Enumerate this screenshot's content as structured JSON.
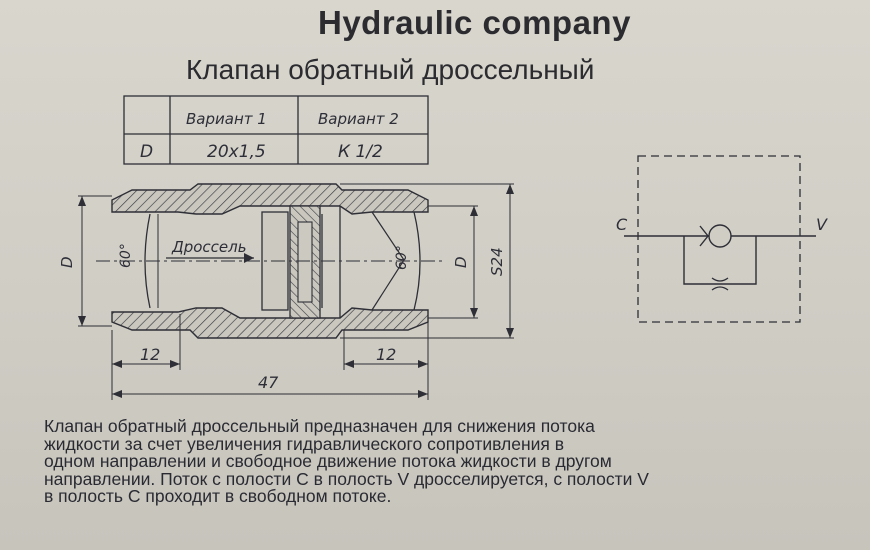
{
  "header": {
    "company": "Hydraulic company",
    "title": "Клапан обратный дроссельный"
  },
  "table": {
    "col1": "Вариант 1",
    "col2": "Вариант 2",
    "row_label": "D",
    "val1": "20х1,5",
    "val2": "К 1/2"
  },
  "drawing": {
    "throttle_label": "Дроссель",
    "dim_left_diam": "D",
    "dim_right_diam": "D",
    "dim_outer": "S24",
    "angle_left": "60°",
    "angle_right": "60°",
    "dim_left_len": "12",
    "dim_right_len": "12",
    "dim_total": "47"
  },
  "schematic": {
    "port_c": "C",
    "port_v": "V"
  },
  "description": {
    "lines": [
      "Клапан обратный дроссельный  предназначен для снижения потока",
      "жидкости  за  счет  увеличения  гидравлического  сопротивления  в",
      "одном направлении и свободное движение потока жидкости в другом",
      "направлении. Поток с полости С в полость V дросселируется, с полости V",
      "в полость С проходит в свободном потоке."
    ]
  },
  "colors": {
    "paper": "#cfcdc4",
    "ink": "#2a2a2e"
  }
}
